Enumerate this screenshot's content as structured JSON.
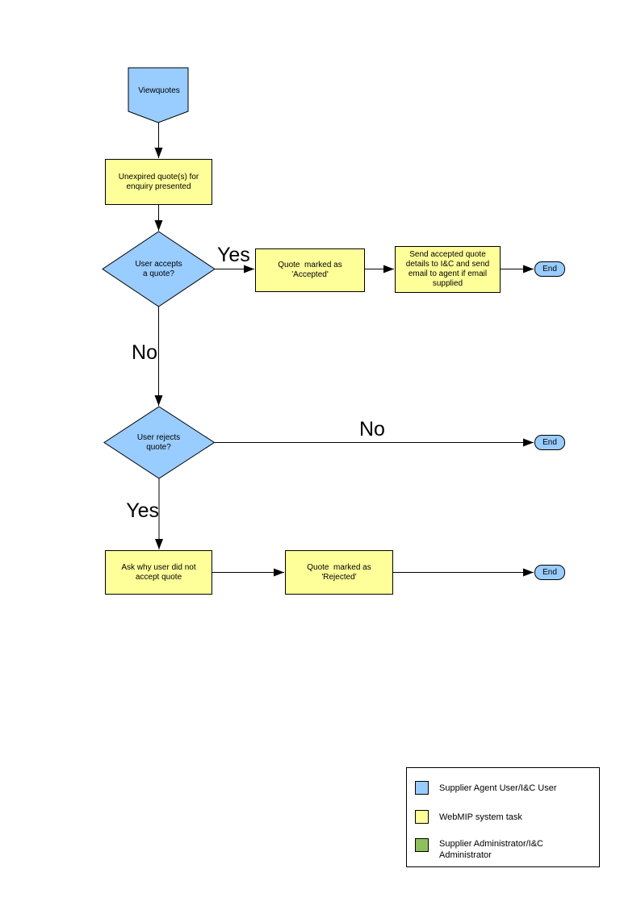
{
  "diagram": {
    "colors": {
      "user_fill": "#99CCFF",
      "system_fill": "#FFFF99",
      "admin_fill": "#8DC05A",
      "line": "#000000"
    },
    "nodes": {
      "start": {
        "label": "Viewquotes"
      },
      "present": {
        "label": "Unexpired quote(s) for\nenquiry presented"
      },
      "accept_decision": {
        "label": "User accepts\na quote?"
      },
      "accepted": {
        "label": "Quote  marked as\n'Accepted'"
      },
      "send_details": {
        "label": "Send accepted quote\ndetails to I&C and send\nemail to agent if email\nsupplied"
      },
      "end_accept": {
        "label": "End"
      },
      "reject_decision": {
        "label": "User rejects\nquote?"
      },
      "end_reject": {
        "label": "End"
      },
      "ask_why": {
        "label": "Ask why user did not\naccept quote"
      },
      "rejected": {
        "label": "Quote  marked as\n'Rejected'"
      },
      "end_rejected": {
        "label": "End"
      }
    },
    "edge_labels": {
      "accept_yes": "Yes",
      "accept_no": "No",
      "reject_no": "No",
      "reject_yes": "Yes"
    }
  },
  "legend": {
    "items": [
      {
        "label": "Supplier Agent User/I&C User",
        "color": "#99CCFF"
      },
      {
        "label": "WebMIP system task",
        "color": "#FFFF99"
      },
      {
        "label": "Supplier Administrator/I&C\nAdministrator",
        "color": "#8DC05A"
      }
    ]
  }
}
